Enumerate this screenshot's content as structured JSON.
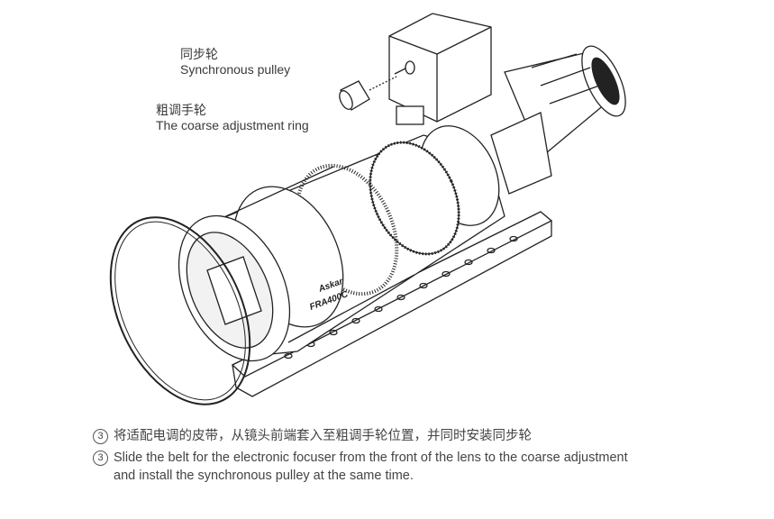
{
  "callouts": {
    "pulley": {
      "cn": "同步轮",
      "en": "Synchronous pulley"
    },
    "coarse_ring": {
      "cn": "粗调手轮",
      "en": "The coarse adjustment ring"
    }
  },
  "lens_logo": {
    "brand": "Askar",
    "model": "FRA400C"
  },
  "instruction": {
    "step_number": "3",
    "cn": "将适配电调的皮带，从镜头前端套入至粗调手轮位置，并同时安装同步轮",
    "en_line1": "Slide the belt for the electronic focuser from the front of the lens to the coarse adjustment",
    "en_line2": "and install the synchronous pulley at the same time."
  }
}
